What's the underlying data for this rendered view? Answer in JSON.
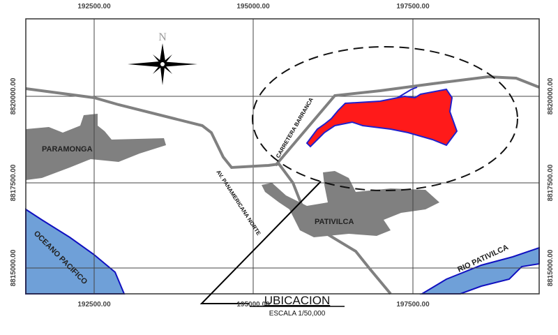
{
  "map": {
    "x_ticks": [
      "192500.00",
      "195000.00",
      "197500.00"
    ],
    "y_ticks": [
      "8820000.00",
      "8817500.00",
      "8815000.00"
    ],
    "north_label": "N",
    "places": {
      "paramonga": "PARAMONGA",
      "pativilca": "PATIVILCA",
      "ocean": "OCEANO PACIFICO",
      "river": "RIO PATIVILCA"
    },
    "roads": {
      "carretera": "CARRETERA BARRANCA",
      "panamericana": "AV. PANAMERICANA NORTE"
    },
    "title": "UBICACION",
    "scale": "ESCALA 1/50,000",
    "colors": {
      "site": "#ff1a1a",
      "site_border": "#2020cc",
      "water": "#6fa0d8",
      "urban": "#808080",
      "road": "#808080"
    }
  }
}
